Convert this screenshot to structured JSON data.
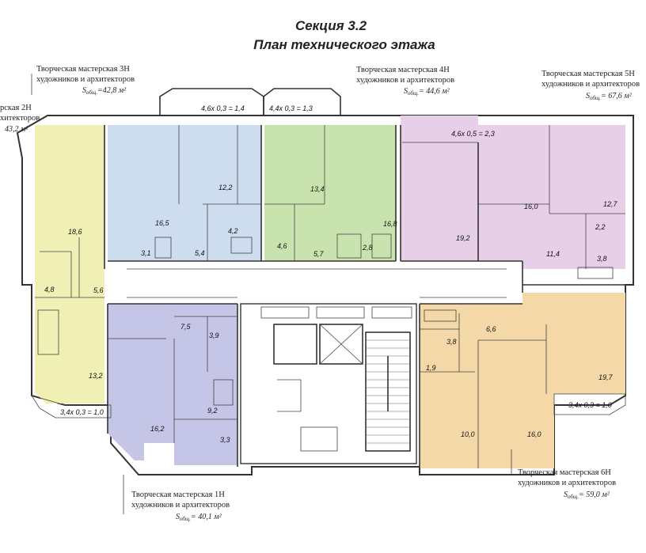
{
  "header": {
    "title_line1": "Секция 3.2",
    "title_line2": "План технического этажа"
  },
  "colors": {
    "unit_1H": "#c5c5e8",
    "unit_2H": "#f0efb4",
    "unit_3H": "#cddcef",
    "unit_4H": "#c9e3ae",
    "unit_5H": "#e7cfe7",
    "unit_6H": "#f4d8a8",
    "balcony_blue": "#cddcef",
    "balcony_green": "#c9e3ae",
    "common": "#ffffff"
  },
  "units": [
    {
      "id": "1H",
      "label_line1": "Творческая мастерская  1Н",
      "label_line2": "художников и архитекторов",
      "area_prefix": "S",
      "area_sub": "общ.",
      "area_value": "= 40,1 м²"
    },
    {
      "id": "2H",
      "label_line1": "рская  2Н",
      "label_line2": "хитекторов",
      "area_value": "43,2 м²"
    },
    {
      "id": "3H",
      "label_line1": "Творческая мастерская  3Н",
      "label_line2": "художников и архитекторов",
      "area_prefix": "S",
      "area_sub": "общ.",
      "area_value": "=42,8 м²"
    },
    {
      "id": "4H",
      "label_line1": "Творческая мастерская  4Н",
      "label_line2": "художников и архитекторов",
      "area_prefix": "S",
      "area_sub": "общ.",
      "area_value": "= 44,6 м²"
    },
    {
      "id": "5H",
      "label_line1": "Творческая мастерская  5Н",
      "label_line2": "художников и архитекторов",
      "area_prefix": "S",
      "area_sub": "общ.",
      "area_value": "= 67,6 м²"
    },
    {
      "id": "6H",
      "label_line1": "Творческая мастерская  6Н",
      "label_line2": "художников и архитекторов",
      "area_prefix": "S",
      "area_sub": "общ.",
      "area_value": "= 59,0 м²"
    }
  ],
  "balconies": {
    "b3": "4,6х 0,3 = 1,4",
    "b4": "4,4х 0,3 = 1,3",
    "b5": "4,6х 0,5 = 2,3",
    "b2": "3,4х 0,3 = 1,0",
    "b6": "3,4х 0,3 = 1,0"
  },
  "rooms": {
    "r_12_2": "12,2",
    "r_16_5": "16,5",
    "r_4_2": "4,2",
    "r_3_1": "3,1",
    "r_5_4": "5,4",
    "r_13_4": "13,4",
    "r_4_6": "4,6",
    "r_5_7": "5,7",
    "r_2_8": "2,8",
    "r_16_8": "16,8",
    "r_16_0_top": "16,0",
    "r_12_7": "12,7",
    "r_2_2": "2,2",
    "r_19_2": "19,2",
    "r_11_4": "11,4",
    "r_3_8_top": "3,8",
    "r_18_6": "18,6",
    "r_4_8": "4,8",
    "r_5_6": "5,6",
    "r_13_2": "13,2",
    "r_7_5": "7,5",
    "r_3_9": "3,9",
    "r_9_2": "9,2",
    "r_16_2": "16,2",
    "r_3_3": "3,3",
    "r_6_6": "6,6",
    "r_3_8_bot": "3,8",
    "r_1_9": "1,9",
    "r_19_7": "19,7",
    "r_10_0": "10,0",
    "r_16_0_bot": "16,0"
  }
}
